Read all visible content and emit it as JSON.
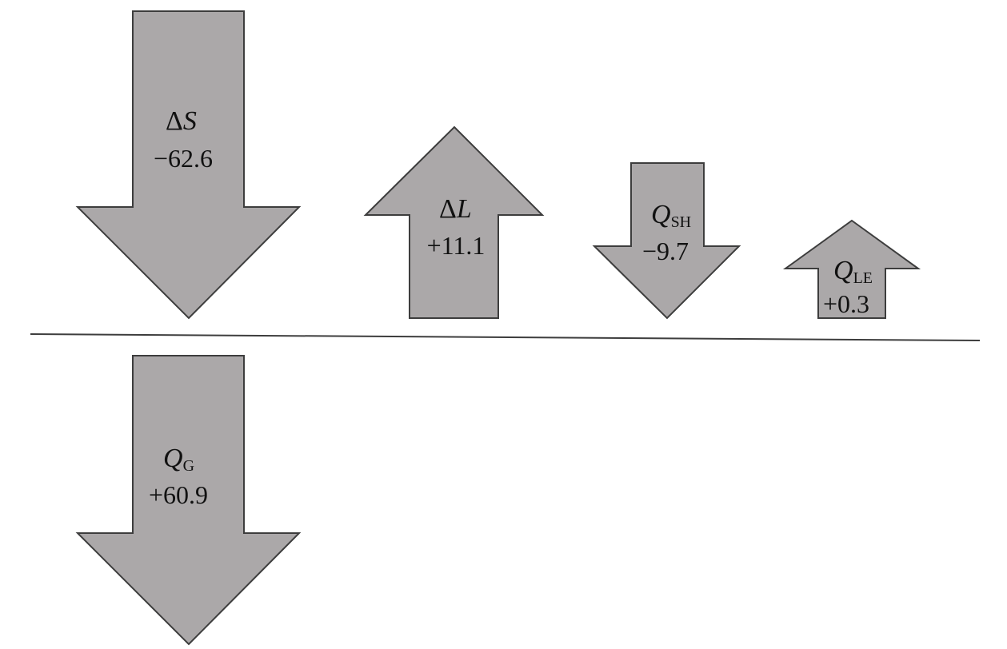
{
  "arrows": {
    "storage": {
      "symbol_delta": "Δ",
      "symbol_letter": "S",
      "value": "−62.6",
      "direction": "down"
    },
    "longwave": {
      "symbol_delta": "Δ",
      "symbol_letter": "L",
      "value": "+11.1",
      "direction": "up"
    },
    "sensible_heat": {
      "symbol_letter": "Q",
      "subscript": "SH",
      "value": "−9.7",
      "direction": "down"
    },
    "latent_heat": {
      "symbol_letter": "Q",
      "subscript": "LE",
      "value": "+0.3",
      "direction": "up"
    },
    "ground_heat": {
      "symbol_letter": "Q",
      "subscript": "G",
      "value": "+60.9",
      "direction": "down"
    }
  },
  "colors": {
    "arrow_fill": "#aba8a9",
    "arrow_stroke": "#3d3d3d",
    "line": "#3d3d3d"
  }
}
